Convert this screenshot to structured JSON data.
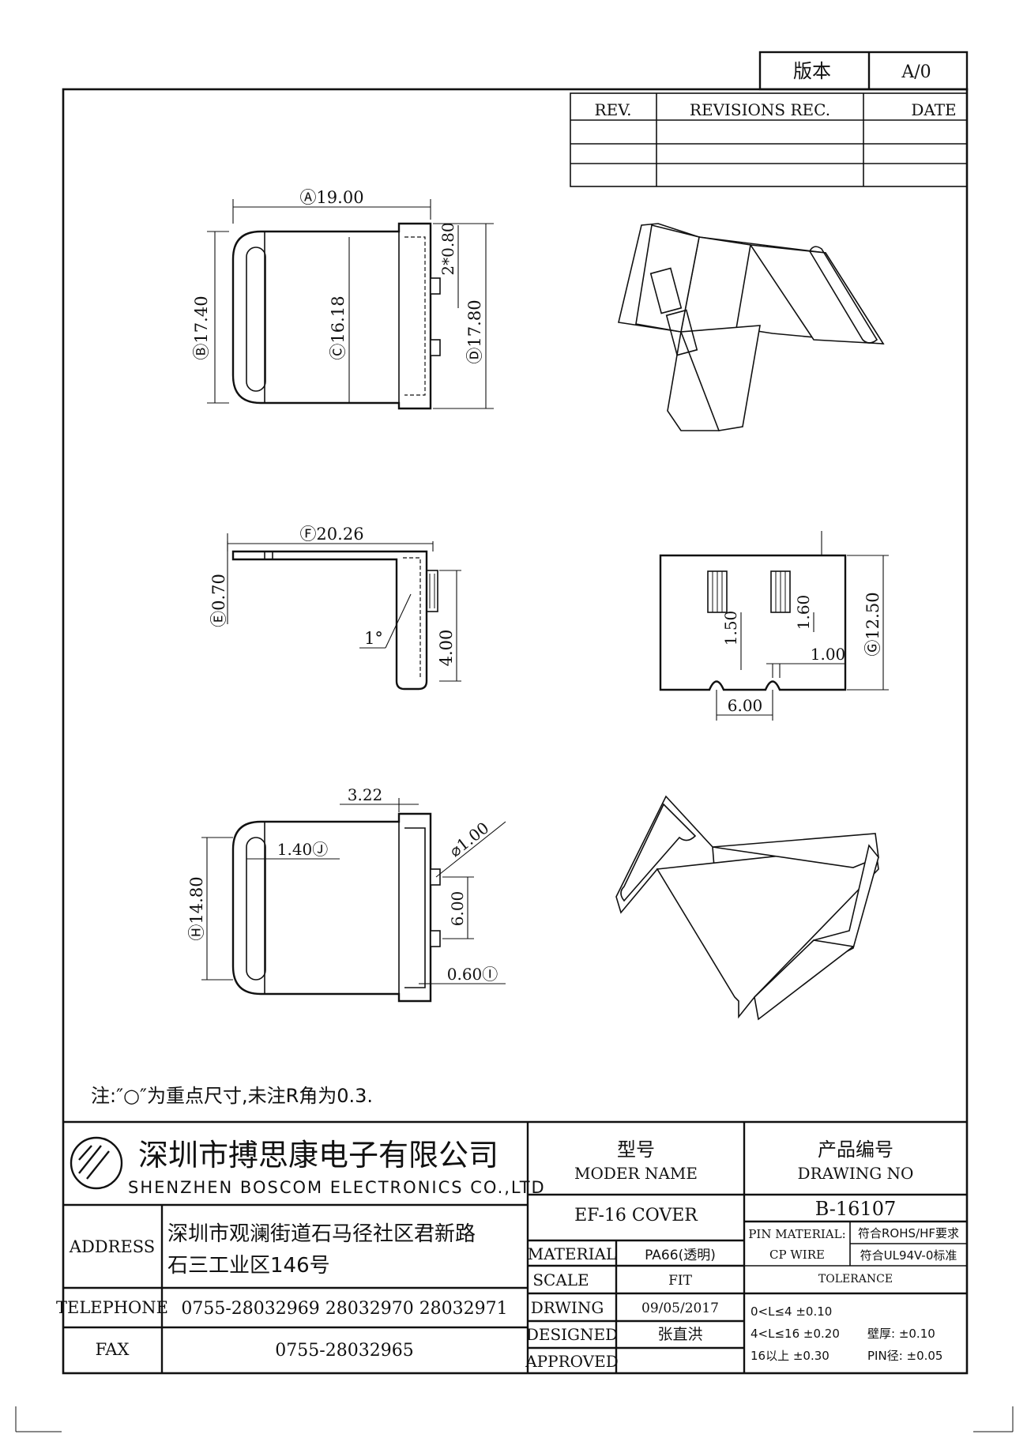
{
  "version_box": {
    "label": "版本",
    "value": "A/0"
  },
  "revision_table": {
    "headers": [
      "REV.",
      "REVISIONS REC.",
      "DATE"
    ]
  },
  "dimensions": {
    "view1": {
      "width_A": "Ⓐ19.00",
      "height_B": "Ⓑ17.40",
      "height_C": "Ⓒ16.18",
      "height_D": "Ⓓ17.80",
      "pitch": "2*0.80"
    },
    "view2": {
      "length_F": "Ⓕ20.26",
      "thickness_E": "Ⓔ0.70",
      "angle": "1°",
      "height": "4.00"
    },
    "view3": {
      "h1": "1.50",
      "h2": "1.60",
      "w1": "1.00",
      "w2": "6.00",
      "height_G": "Ⓖ12.50"
    },
    "view4": {
      "top": "3.22",
      "slot_J": "1.40Ⓙ",
      "hole": "⌀1.00",
      "pitch": "6.00",
      "height_H": "Ⓗ14.80",
      "pin_I": "0.60Ⓘ"
    }
  },
  "note": "注:″○″为重点尺寸,未注R角为0.3.",
  "company": {
    "name_cn": "深圳市搏思康电子有限公司",
    "name_en": "SHENZHEN BOSCOM ELECTRONICS CO.,LTD"
  },
  "address": {
    "label": "ADDRESS",
    "line1": "深圳市观澜街道石马径社区君新路",
    "line2": "石三工业区146号"
  },
  "telephone": {
    "label": "TELEPHONE",
    "value": "0755-28032969 28032970 28032971"
  },
  "fax": {
    "label": "FAX",
    "value": "0755-28032965"
  },
  "model": {
    "label_cn": "型号",
    "label_en": "MODER NAME",
    "value": "EF-16 COVER"
  },
  "drawing_no": {
    "label_cn": "产品编号",
    "label_en": "DRAWING NO",
    "value": "B-16107"
  },
  "material": {
    "label": "MATERIAL",
    "value": "PA66(透明)"
  },
  "scale": {
    "label": "SCALE",
    "value": "FIT"
  },
  "drawing_date": {
    "label": "DRWING",
    "value": "09/05/2017"
  },
  "designed": {
    "label": "DESIGNED",
    "value": "张直洪"
  },
  "approved": {
    "label": "APPROVED",
    "value": ""
  },
  "pin": {
    "label1": "PIN MATERIAL:",
    "label2": "CP WIRE",
    "req1": "符合ROHS/HF要求",
    "req2": "符合UL94V-0标准"
  },
  "tolerance": {
    "label": "TOLERANCE",
    "rows": [
      "0<L≤4  ±0.10",
      "4<L≤16 ±0.20",
      "16以上   ±0.30"
    ],
    "wall": "壁厚:  ±0.10",
    "pin_dia": "PIN径: ±0.05"
  }
}
